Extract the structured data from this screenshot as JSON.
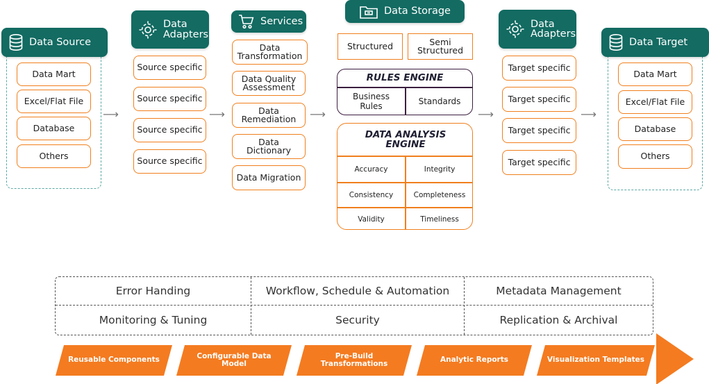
{
  "data_source": {
    "title": "Data Source",
    "icon": "database-icon",
    "items": [
      "Data Mart",
      "Excel/Flat File",
      "Database",
      "Others"
    ]
  },
  "data_adapters_in": {
    "title": "Data Adapters",
    "icon": "gear-icon",
    "items": [
      "Source specific",
      "Source specific",
      "Source specific",
      "Source specific"
    ]
  },
  "services": {
    "title": "Services",
    "icon": "cart-icon",
    "items": [
      "Data Transformation",
      "Data Quality Assessment",
      "Data Remediation",
      "Data Dictionary",
      "Data Migration"
    ]
  },
  "data_storage": {
    "title": "Data Storage",
    "icon": "folder-icon",
    "structured": "Structured",
    "semi_structured": "Semi Structured"
  },
  "rules_engine": {
    "title": "RULES ENGINE",
    "business_rules": "Business Rules",
    "standards": "Standards"
  },
  "analysis_engine": {
    "title": "DATA ANALYSIS ENGINE",
    "cells": [
      "Accuracy",
      "Integrity",
      "Consistency",
      "Completeness",
      "Validity",
      "Timeliness"
    ]
  },
  "data_adapters_out": {
    "title": "Data Adapters",
    "icon": "gear-icon",
    "items": [
      "Target specific",
      "Target specific",
      "Target specific",
      "Target specific"
    ]
  },
  "data_target": {
    "title": "Data Target",
    "icon": "database-icon",
    "items": [
      "Data Mart",
      "Excel/Flat File",
      "Database",
      "Others"
    ]
  },
  "capabilities": [
    [
      "Error Handing",
      "Workflow, Schedule & Automation",
      "Metadata Management"
    ],
    [
      "Monitoring & Tuning",
      "Security",
      "Replication & Archival"
    ]
  ],
  "features": [
    "Reusable Components",
    "Configurable Data Model",
    "Pre-Build Transformations",
    "Analytic Reports",
    "Visualization Templates"
  ],
  "colors": {
    "header_green": "#136b62",
    "orange": "#f07f1d",
    "dark_purple": "#3b1d3f",
    "dash_teal": "#5aa7a2"
  }
}
